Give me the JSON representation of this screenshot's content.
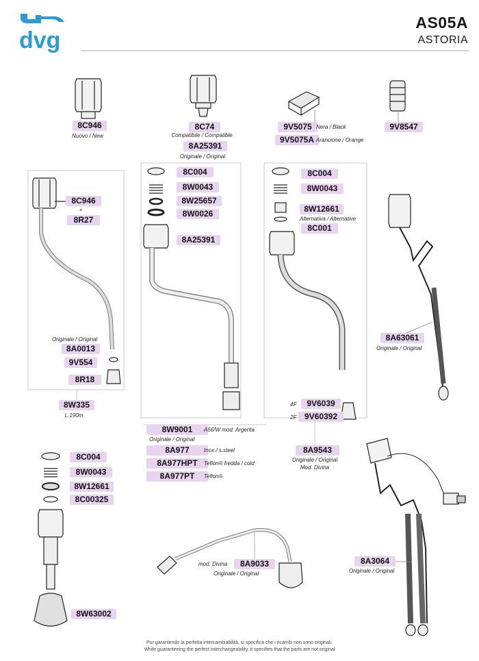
{
  "header": {
    "logo_text": "dvg",
    "model": "AS05A",
    "brand": "ASTORIA"
  },
  "labels": {
    "l_8C946_top": "8C946",
    "n_nuovo": "Nuovo / New",
    "l_8C74": "8C74",
    "n_compatibile": "Compatibile / Compatible",
    "l_8A25391_top": "8A25391",
    "n_originale_1": "Originale / Original",
    "l_9V5075": "9V5075",
    "n_nera": "Nera / Black",
    "l_9V5075A": "9V5075A",
    "n_arancione": "Arancione / Orange",
    "l_9V8547": "9V8547",
    "l_8C946_left": "8C946",
    "n_plus": "+",
    "l_8R27": "8R27",
    "n_originale_2": "Originale / Original",
    "l_8A0013": "8A0013",
    "l_9V554": "9V554",
    "l_8R18": "8R18",
    "l_8W335": "8W335",
    "n_len": "L.190m",
    "l_8C004_mid": "8C004",
    "l_8W0043_mid": "8W0043",
    "l_8W25657": "8W25657",
    "l_8W0026": "8W0026",
    "l_8A25391_mid": "8A25391",
    "l_8C004_r": "8C004",
    "l_8W0043_r": "8W0043",
    "l_8W12661_r": "8W12661",
    "n_alternativa": "Alternativa / Alternative",
    "l_8C001": "8C001",
    "n_4F": "4F",
    "l_9V6039": "9V6039",
    "n_2F": "2F",
    "l_9V60392": "9V60392",
    "l_8A63061": "8A63061",
    "n_originale_3": "Originale / Original",
    "l_8W9001": "8W9001",
    "n_a56w": "A56/W mod. Argenta",
    "n_originale_4": "Originale / Original",
    "l_8A977": "8A977",
    "n_inox": "Inox / s.steel",
    "l_8A977HPT": "8A977HPT",
    "n_teflon_cold": "Teflon® fredda / cold",
    "l_8A977PT": "8A977PT",
    "n_teflon": "Teflon®",
    "l_8A9543": "8A9543",
    "n_originale_5": "Originale / Original",
    "n_divina": "Mod. Divina",
    "l_8C004_bl": "8C004",
    "l_8W0043_bl": "8W0043",
    "l_8W12661_bl": "8W12661",
    "l_8C00325": "8C00325",
    "l_8W63002": "8W63002",
    "n_mod_divina": "mod. Divina",
    "l_8A9033": "8A9033",
    "n_originale_6": "Originale / Original",
    "l_8A3064": "8A3064",
    "n_originale_7": "Originale / Original"
  },
  "footer": {
    "line1": "Pur garantendo la perfetta intercambiabilità, si specifica che i ricambi non sono originali.",
    "line2": "While guaranteeing the perfect interchangeability, it specifies that the parts are not original"
  },
  "colors": {
    "logo_blue": "#2e9ad6",
    "label_bg": "#e9d4f0"
  }
}
